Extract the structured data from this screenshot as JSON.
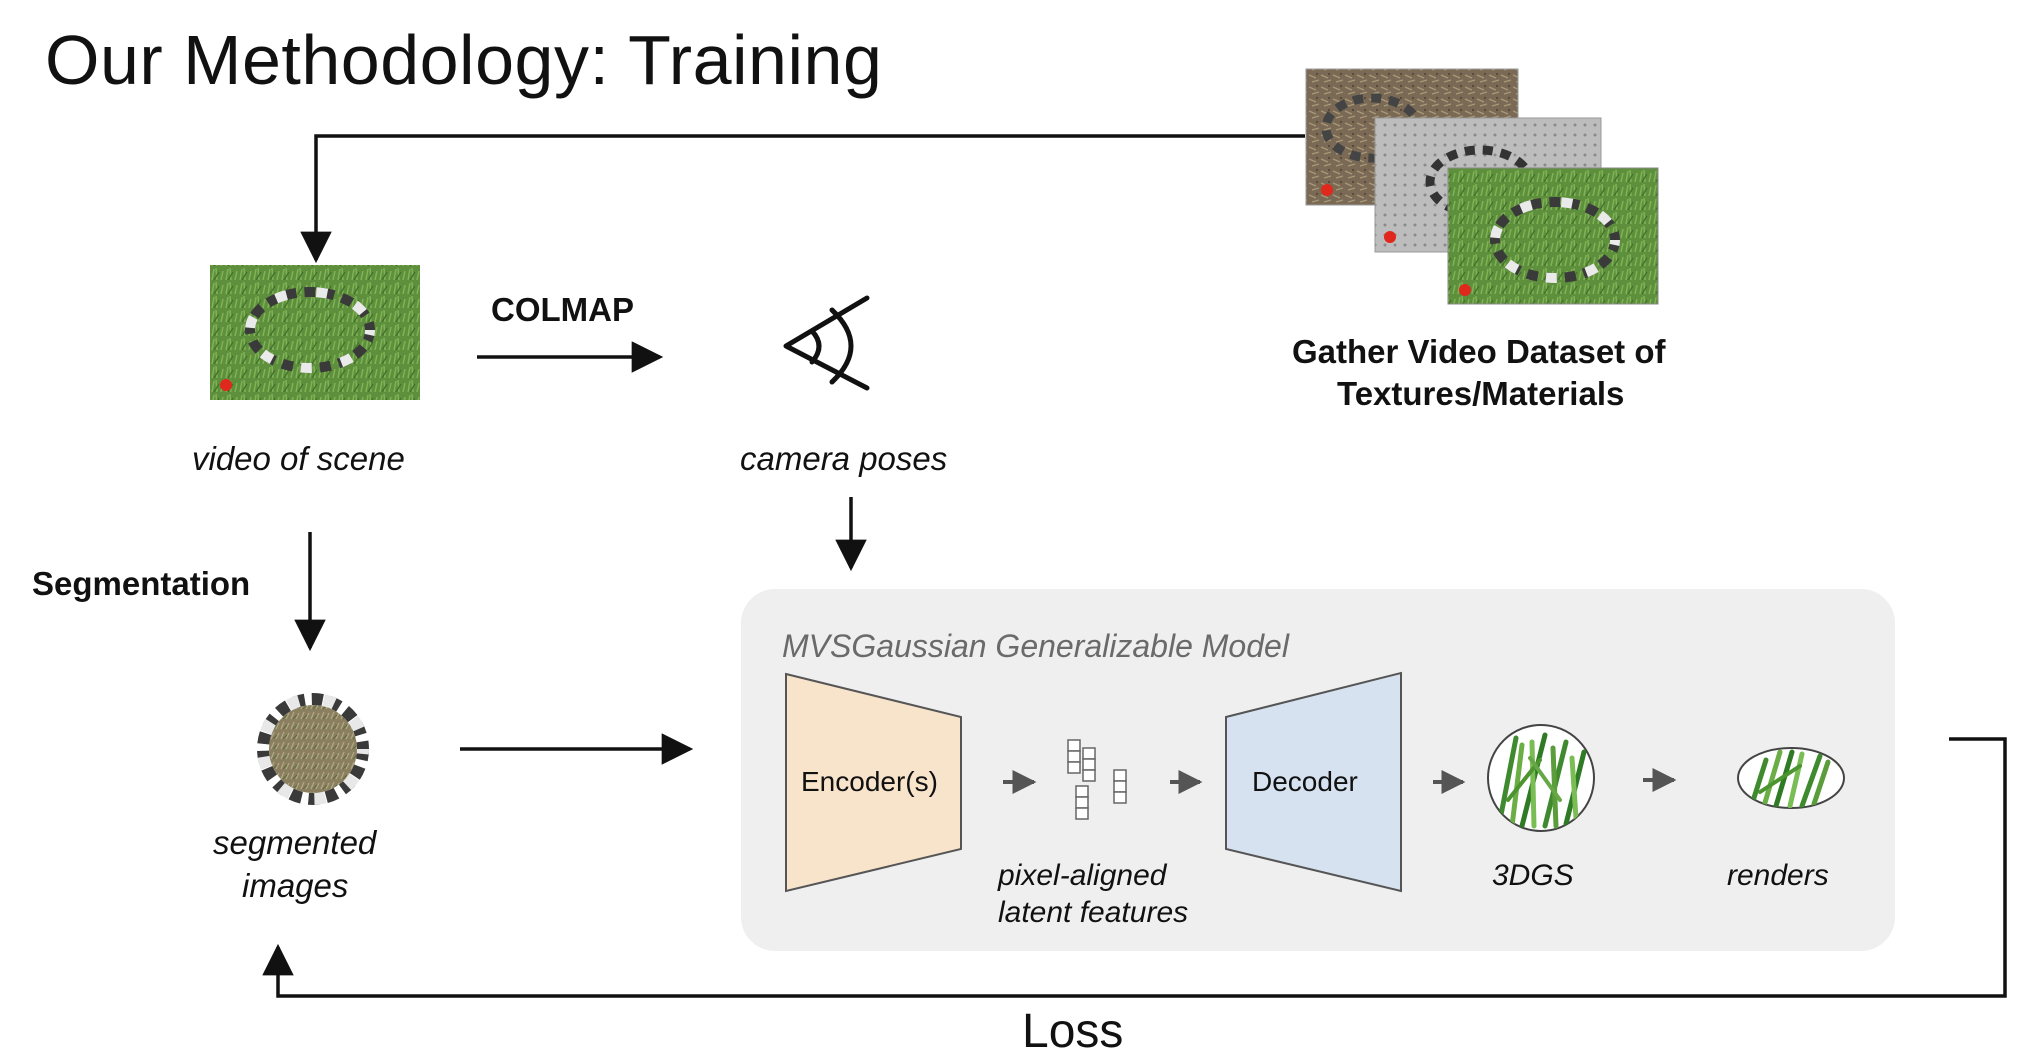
{
  "title": "Our Methodology: Training",
  "dataset_label_line1": "Gather Video Dataset of",
  "dataset_label_line2": "Textures/Materials",
  "colmap": "COLMAP",
  "video_of_scene": "video of scene",
  "camera_poses": "camera poses",
  "segmentation": "Segmentation",
  "segmented_images_line1": "segmented",
  "segmented_images_line2": "images",
  "model_title": "MVSGaussian Generalizable Model",
  "encoder": "Encoder(s)",
  "decoder": "Decoder",
  "features_line1": "pixel-aligned",
  "features_line2": "latent features",
  "gs": "3DGS",
  "renders": "renders",
  "loss": "Loss",
  "colors": {
    "model_panel": "#efefef",
    "encoder_fill": "#f8e3cb",
    "decoder_fill": "#d6e2f0",
    "grass": "#5d8f3a",
    "grass_blade": "#3f8a2e",
    "marker_red": "#e0281c"
  }
}
